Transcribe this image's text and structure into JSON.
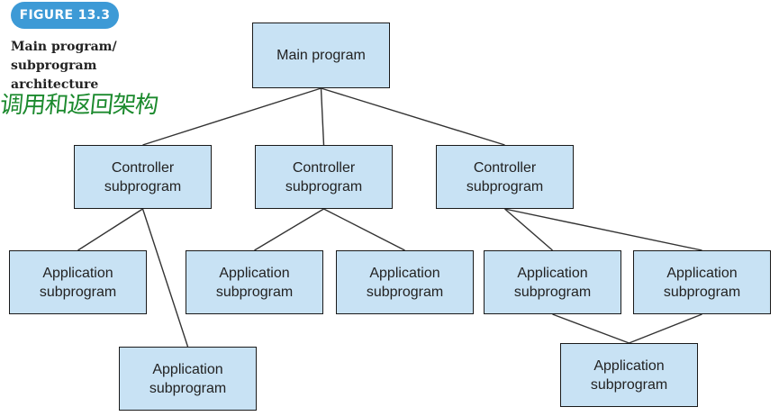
{
  "figure": {
    "badge": "FIGURE 13.3",
    "caption_lines": [
      "Main program/",
      "subprogram",
      "architecture"
    ],
    "handwritten_note": "调用和返回架构",
    "fill_color": "#c8e2f4",
    "badge_color": "#3d9ad6",
    "note_color": "#1c8a2e"
  },
  "nodes": {
    "main": {
      "line1": "Main program"
    },
    "controller_left": {
      "line1": "Controller",
      "line2": "subprogram"
    },
    "controller_middle": {
      "line1": "Controller",
      "line2": "subprogram"
    },
    "controller_right": {
      "line1": "Controller",
      "line2": "subprogram"
    },
    "app_left_1": {
      "line1": "Application",
      "line2": "subprogram"
    },
    "app_left_2": {
      "line1": "Application",
      "line2": "subprogram"
    },
    "app_middle_1": {
      "line1": "Application",
      "line2": "subprogram"
    },
    "app_middle_2": {
      "line1": "Application",
      "line2": "subprogram"
    },
    "app_right_1": {
      "line1": "Application",
      "line2": "subprogram"
    },
    "app_right_2": {
      "line1": "Application",
      "line2": "subprogram"
    },
    "app_right_shared": {
      "line1": "Application",
      "line2": "subprogram"
    }
  },
  "edges": [
    [
      "main",
      "controller_left"
    ],
    [
      "main",
      "controller_middle"
    ],
    [
      "main",
      "controller_right"
    ],
    [
      "controller_left",
      "app_left_1"
    ],
    [
      "controller_left",
      "app_left_2"
    ],
    [
      "controller_middle",
      "app_middle_1"
    ],
    [
      "controller_middle",
      "app_middle_2"
    ],
    [
      "controller_right",
      "app_right_1"
    ],
    [
      "controller_right",
      "app_right_2"
    ],
    [
      "app_right_1",
      "app_right_shared"
    ],
    [
      "app_right_2",
      "app_right_shared"
    ]
  ]
}
